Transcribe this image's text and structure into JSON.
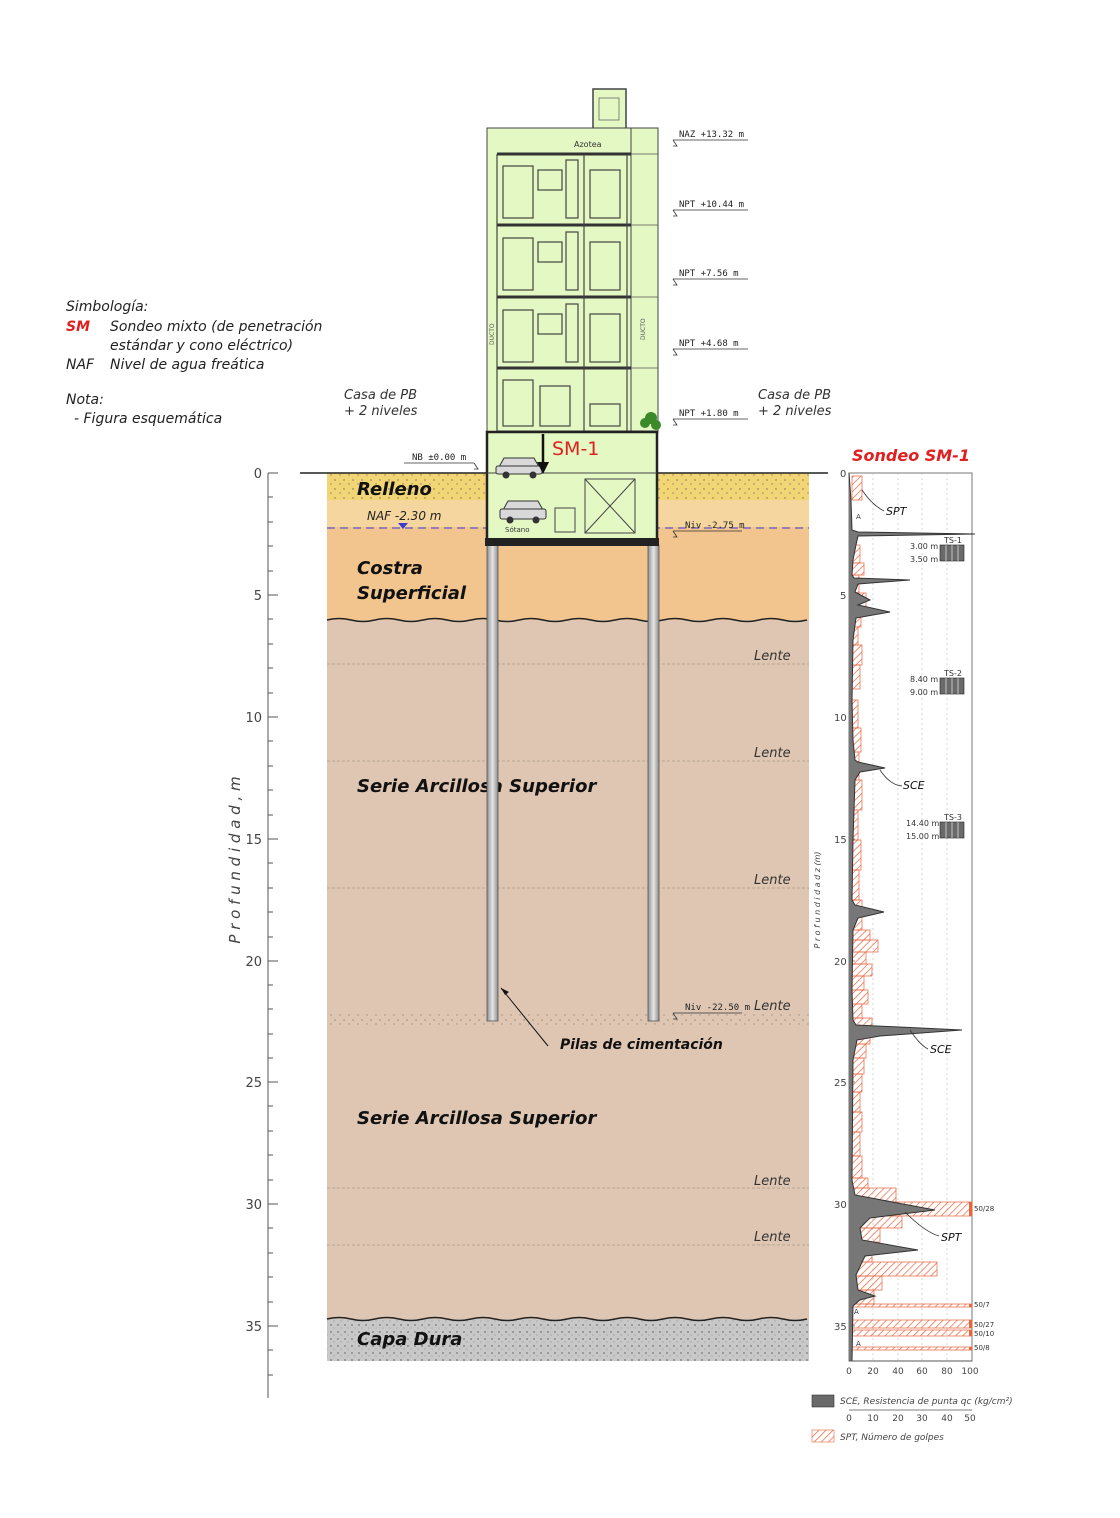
{
  "legend": {
    "title": "Simbología:",
    "sm_code": "SM",
    "sm_desc_line1": "Sondeo mixto (de penetración",
    "sm_desc_line2": "estándar y cono eléctrico)",
    "naf_code": "NAF",
    "naf_desc": "Nivel de agua freática",
    "nota_title": "Nota:",
    "nota_item": "-   Figura esquemática"
  },
  "neighbors": {
    "left_line1": "Casa de PB",
    "left_line2": "+ 2 niveles",
    "right_line1": "Casa de PB",
    "right_line2": "+ 2 niveles"
  },
  "building": {
    "levels": [
      "NAZ +13.32 m",
      "NPT +10.44 m",
      "NPT +7.56 m",
      "NPT +4.68 m",
      "NPT +1.80 m"
    ],
    "azotea": "Azotea",
    "ducto": "DUCTO",
    "sotano": "Sótano",
    "nb": "NB ±0.00 m",
    "niv_base": "Niv -2.75 m",
    "niv_pile": "Niv -22.50 m"
  },
  "sondeo_marker": "SM-1",
  "naf_label": "NAF -2.30 m",
  "strata": {
    "relleno": "Relleno",
    "costra_1": "Costra",
    "costra_2": "Superficial",
    "serie_1": "Serie Arcillosa Superior",
    "serie_2": "Serie Arcillosa Superior",
    "capa": "Capa Dura",
    "lentes": [
      "Lente",
      "Lente",
      "Lente",
      "Lente",
      "Lente",
      "Lente"
    ],
    "pilas": "Pilas de cimentación"
  },
  "depth_axis": {
    "label": "P r o f u n d i d a d ,  m",
    "ticks": [
      "0",
      "5",
      "10",
      "15",
      "20",
      "25",
      "30",
      "35"
    ]
  },
  "log": {
    "title": "Sondeo SM-1",
    "axis_label": "P r o f u n d i d a d   z  (m)",
    "ticks": [
      "0",
      "5",
      "10",
      "15",
      "20",
      "25",
      "30",
      "35"
    ],
    "spt_label_top": "SPT",
    "spt_label_bottom": "SPT",
    "sce_label_1": "SCE",
    "sce_label_2": "SCE",
    "ts1": "TS-1",
    "ts1_top": "3.00 m",
    "ts1_bot": "3.50 m",
    "ts2": "TS-2",
    "ts2_top": "8.40 m",
    "ts2_bot": "9.00 m",
    "ts3": "TS-3",
    "ts3_top": "14.40 m",
    "ts3_bot": "15.00 m",
    "spt_flags": [
      "50/28",
      "50/7",
      "50/27",
      "50/10",
      "50/8"
    ],
    "a_marks": [
      "A",
      "A",
      "A"
    ],
    "scale_top": [
      "0",
      "20",
      "40",
      "60",
      "80",
      "100"
    ],
    "scale_bottom": [
      "0",
      "10",
      "20",
      "30",
      "40",
      "50"
    ],
    "sce_legend": "SCE, Resistencia de punta qc (kg/cm²)",
    "spt_legend": "SPT, Número de golpes"
  },
  "colors": {
    "building": "#e4f8c4",
    "relleno": "#f2d675",
    "costra": "#f2c58e",
    "clay": "#dec6b2",
    "capa": "#c8c8c8",
    "accent": "#e02020",
    "spt": "#e8643c"
  }
}
